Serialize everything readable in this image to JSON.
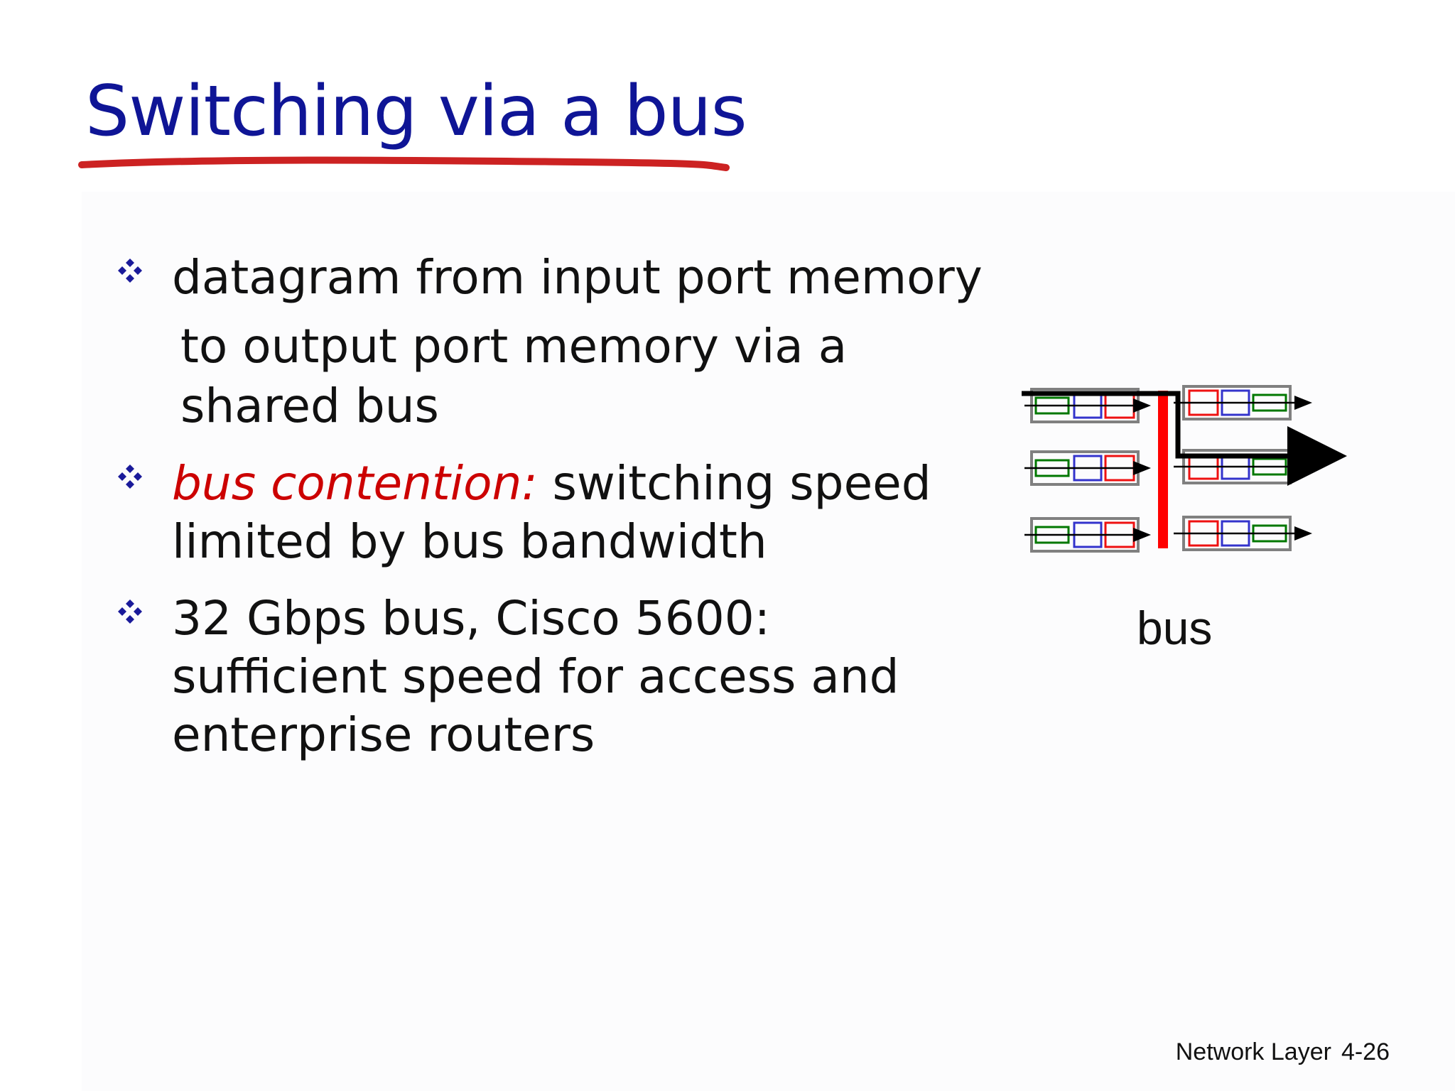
{
  "slide": {
    "title": "Switching via a bus",
    "bullets": [
      {
        "line1": "datagram from input port memory",
        "line2": "to output port memory via a shared bus"
      },
      {
        "highlight": "bus contention:",
        "rest": "switching speed limited by bus bandwidth"
      },
      {
        "text": "32 Gbps bus, Cisco 5600: sufficient speed for access and enterprise routers"
      }
    ],
    "figure_label": "bus",
    "footer": {
      "section": "Network Layer",
      "page": "4-26"
    }
  },
  "colors": {
    "title": "#0f1596",
    "underline": "#cc2222",
    "bullet_icon": "#1a1a9a",
    "highlight": "#cc0000",
    "bus": "#ff0000",
    "queue_green": "#007700",
    "queue_blue": "#3333cc",
    "queue_red": "#ee1111",
    "port_border": "#808080"
  },
  "icons": {
    "bullet": "four-diamond-bullet-icon",
    "figure": "bus-switch-fabric-diagram"
  }
}
